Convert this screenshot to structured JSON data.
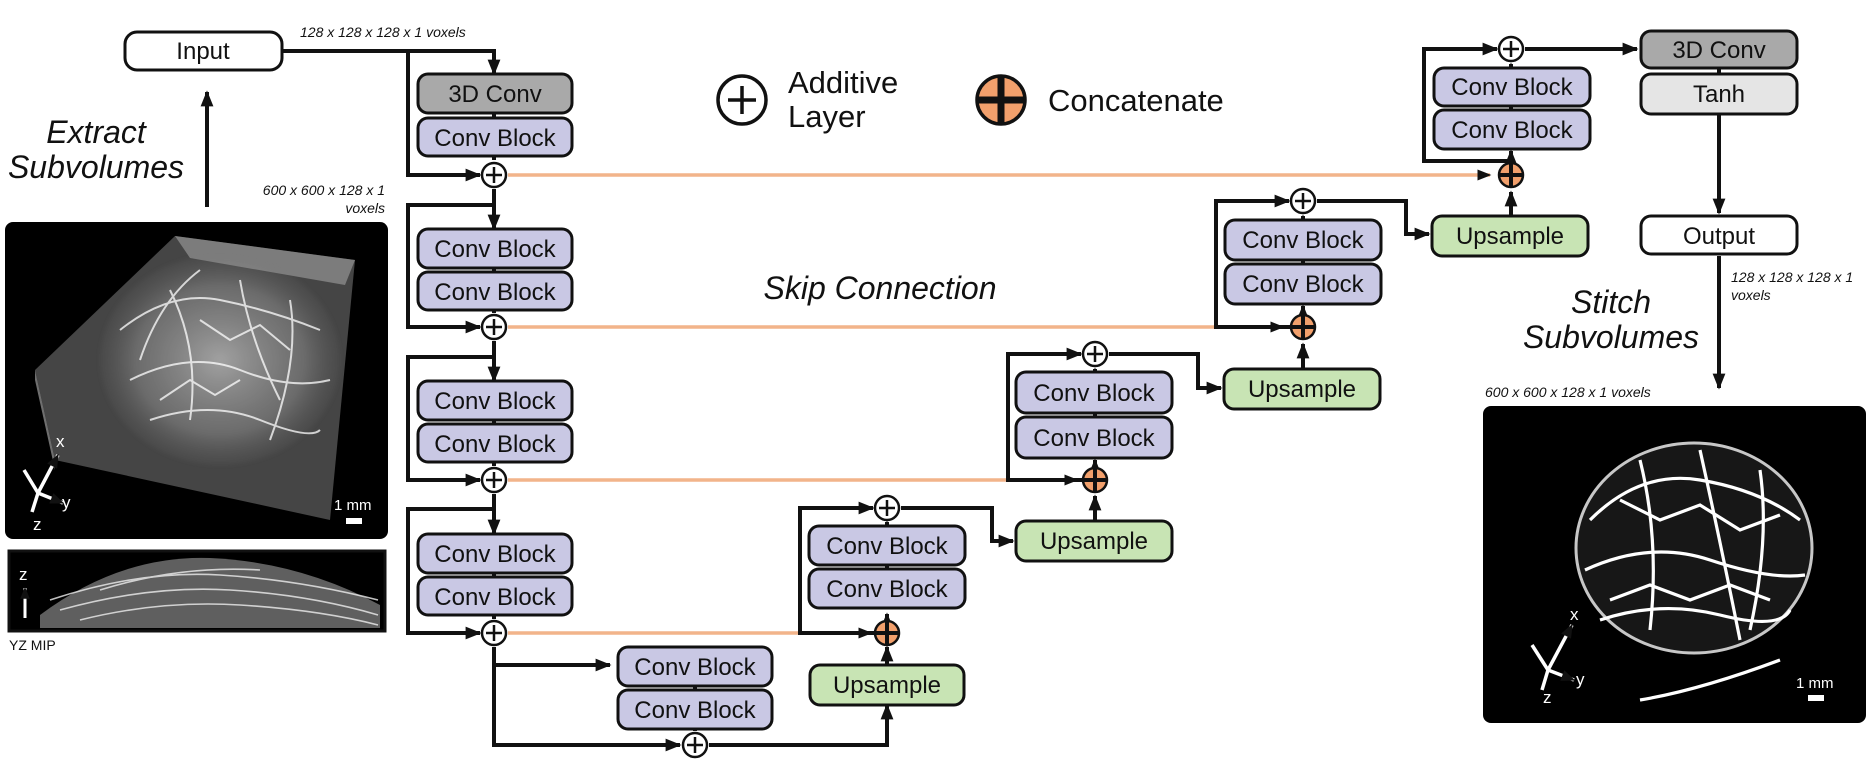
{
  "colors": {
    "conv_block": "#c9c8e4",
    "conv3d": "#a9a9a9",
    "tanh": "#e5e5e5",
    "upsample": "#c8e4b4",
    "skip": "#f2b48a",
    "concat": "#f2a06c",
    "line": "#111111"
  },
  "labels": {
    "input": "Input",
    "conv3d": "3D Conv",
    "conv_block": "Conv Block",
    "upsample": "Upsample",
    "tanh": "Tanh",
    "output": "Output"
  },
  "legend": {
    "additive": [
      "Additive",
      "Layer"
    ],
    "concatenate": "Concatenate"
  },
  "annotations": {
    "extract": [
      "Extract",
      "Subvolumes"
    ],
    "stitch": [
      "Stitch",
      "Subvolumes"
    ],
    "skip_connection": "Skip Connection",
    "input_dims": "128 x 128 x 128 x 1 voxels",
    "volume_dims": [
      "600 x 600 x 128 x 1",
      "voxels"
    ],
    "output_dims": [
      "128 x 128 x 128 x 1",
      "voxels"
    ],
    "result_dims": "600 x 600 x 128 x 1 voxels"
  },
  "images": {
    "axes": {
      "x": "x",
      "y": "y",
      "z": "z"
    },
    "scale_bar": "1 mm",
    "mip_label": "YZ MIP",
    "mip_axis": "z"
  },
  "icons": [
    "additive-icon",
    "concatenate-icon",
    "axis-triad-icon",
    "scale-bar-icon"
  ]
}
